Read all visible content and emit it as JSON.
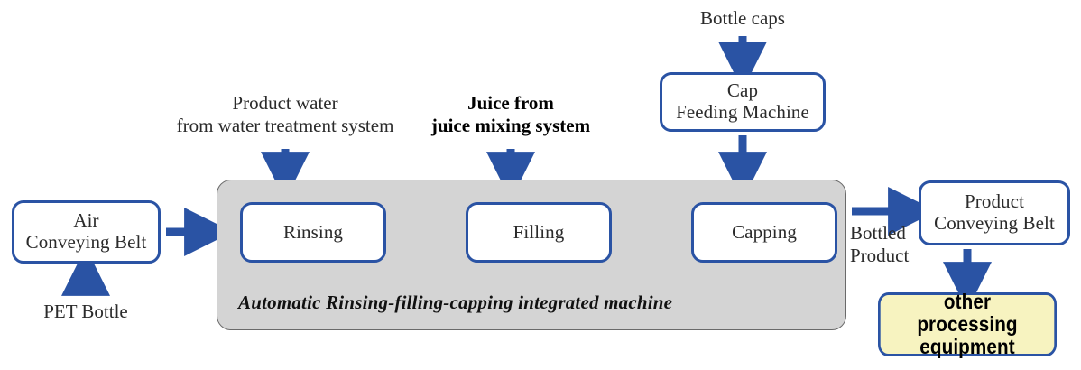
{
  "diagram": {
    "title": "Automatic rinsing-filling-capping bottling line flow",
    "accent_color": "#2a53a4",
    "machine_fill": "#d4d4d4",
    "highlight_fill": "#f7f3c0"
  },
  "nodes": {
    "air_conveying_belt": {
      "line1": "Air",
      "line2": "Conveying Belt"
    },
    "rinsing": {
      "label": "Rinsing"
    },
    "filling": {
      "label": "Filling"
    },
    "capping": {
      "label": "Capping"
    },
    "cap_feeding_machine": {
      "line1": "Cap",
      "line2": "Feeding Machine"
    },
    "product_conveying_belt": {
      "line1": "Product",
      "line2": "Conveying Belt"
    },
    "other_processing_equipment": {
      "line1": "other",
      "line2": "processing equipment"
    }
  },
  "machine_group": {
    "caption": "Automatic Rinsing-filling-capping integrated machine"
  },
  "labels": {
    "pet_bottle": "PET Bottle",
    "product_water_line1": "Product water",
    "product_water_line2": "from water treatment system",
    "juice_line1": "Juice from",
    "juice_line2": "juice mixing system",
    "bottle_caps": "Bottle caps",
    "bottled_product_line1": "Bottled",
    "bottled_product_line2": "Product"
  }
}
